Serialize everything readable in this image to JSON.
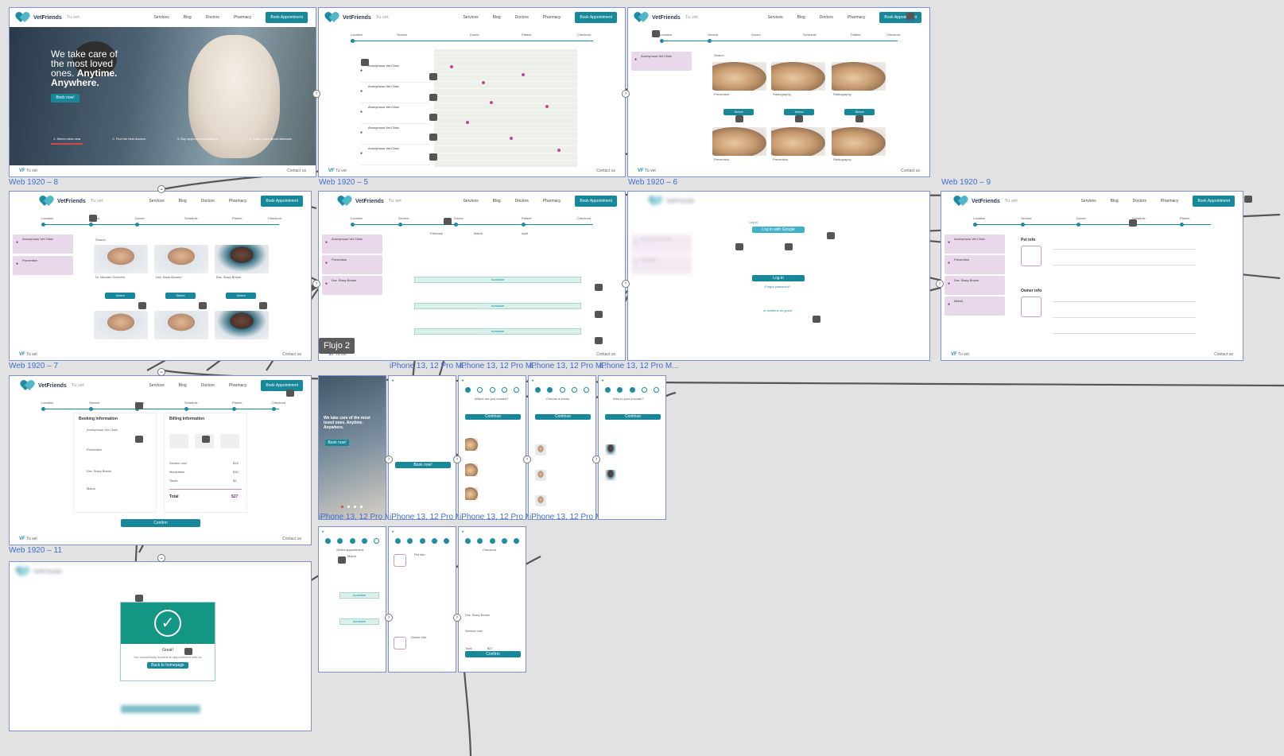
{
  "canvas": {
    "flow_label": "Flujo 2"
  },
  "brand": {
    "name": "VetFriends",
    "tag": "Tu vet",
    "footer_logo": "VF",
    "footer_tag": "Tu vet",
    "contact": "Contact us"
  },
  "nav": [
    "Services",
    "Blog",
    "Doctors",
    "Pharmacy"
  ],
  "book_button": "Book Appointment",
  "steps": [
    "Location",
    "Service",
    "Doctor",
    "Schedule",
    "Patient",
    "Checkout"
  ],
  "artboards": [
    {
      "label": "Web 1920 – 8"
    },
    {
      "label": "Web 1920 – 5"
    },
    {
      "label": "Web 1920 – 6"
    },
    {
      "label": "Web 1920 – 9"
    },
    {
      "label": "Web 1920 – 7"
    },
    {
      "label": "Web 1920 – 11"
    }
  ],
  "phone_labels": [
    "iPhone 13, 12 Pro M...",
    "iPhone 13, 12 Pro M...",
    "iPhone 13, 12 Pro M...",
    "iPhone 13, 12 Pro M...",
    "iPhone 13, 12 Pro M...",
    "iPhone 13, 12 Pro M...",
    "iPhone 13, 12 Pro M...",
    "iPhone 13, 12 Pro M..."
  ],
  "hero": {
    "line1": "We take care of",
    "line2": "the most loved",
    "line3a": "ones. ",
    "line3b": "Anytime.",
    "line4": "Anywhere.",
    "cta": "Book now!",
    "bullets": [
      "1. Select clinic near",
      "2. Find the best doctors",
      "3. Buy approved medications",
      "4. Learn more about diseases"
    ]
  },
  "clinic": {
    "name": "Anonymous Vet Clinic"
  },
  "search_placeholder": "Search",
  "services": [
    "Prevention",
    "Radiography",
    "Radiography",
    "Prevention",
    "Prevention",
    "Radiography"
  ],
  "select_label": "Select",
  "doctors": [
    "Dr. Michael Guerrero",
    "Dra. Karla Alvarez",
    "Dra. Stacy Brown"
  ],
  "dates": [
    "February",
    "March",
    "April"
  ],
  "available_label": "Available",
  "login": {
    "button": "Log in with Google",
    "title": "Log in",
    "register": "Forgot password?",
    "or": "or continue as guest"
  },
  "pet_info": "Pet info",
  "owner_info": "Owner info",
  "booking": {
    "title": "Booking information",
    "billing_title": "Billing information",
    "service_cost_label": "Service cost",
    "service_cost": "$15",
    "medication_label": "Medication",
    "medication": "$10",
    "taxes_label": "Taxes",
    "taxes": "$2",
    "total_label": "Total",
    "total": "$27",
    "confirm": "Confirm"
  },
  "success": {
    "title": "Great!",
    "message": "You successfully booked an appointment with us.",
    "button": "Back to homepage"
  },
  "mobile": {
    "hero": "We take care of the most loved ones. Anytime. Anywhere.",
    "cta": "Book now!",
    "question1": "Where are you located?",
    "question2": "Choose a doctor",
    "question3": "Who is your provider?",
    "continue": "Continue",
    "select_date": "Select appointment",
    "pet_section": "Pet info",
    "owner_section": "Owner info",
    "checkout": "Checkout",
    "confirm": "Confirm"
  }
}
